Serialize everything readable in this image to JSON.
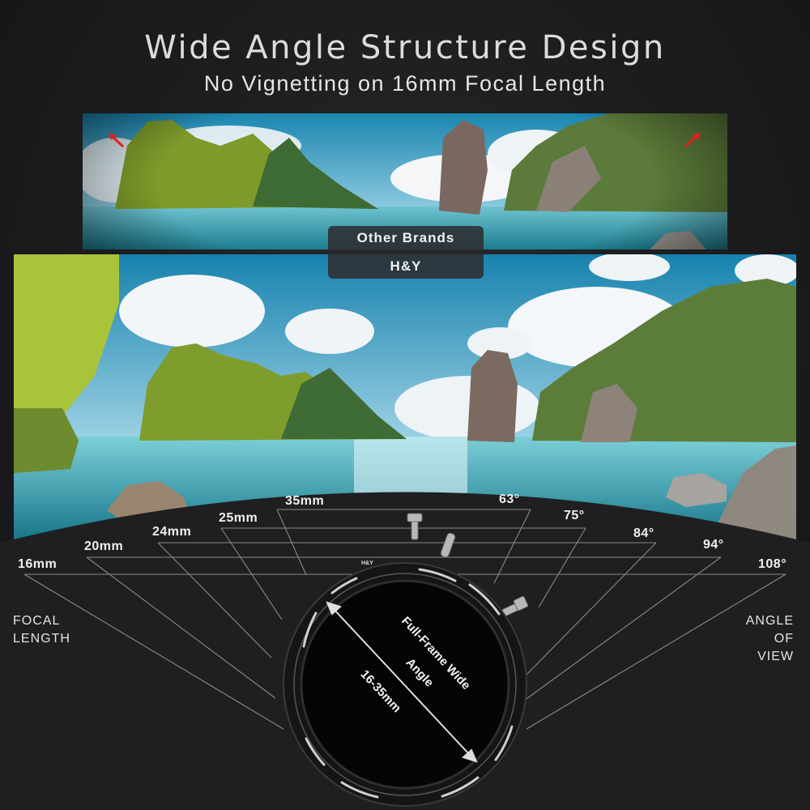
{
  "header": {
    "title": "Wide Angle Structure Design",
    "subtitle": "No Vignetting on 16mm Focal Length"
  },
  "comparison": {
    "top_image_label": "Other Brands",
    "bottom_image_label": "H&Y",
    "vignette_indicator_color": "#e02020"
  },
  "diagram": {
    "left_title_line1": "FOCAL",
    "left_title_line2": "LENGTH",
    "right_title_line1": "ANGLE",
    "right_title_line2": "OF",
    "right_title_line3": "VIEW",
    "focal_lengths": [
      "16mm",
      "20mm",
      "24mm",
      "25mm",
      "35mm"
    ],
    "angles_of_view": [
      "108°",
      "94°",
      "84°",
      "75°",
      "63°"
    ],
    "filter_text_line1": "Full-Frame Wide",
    "filter_text_line2": "Angle",
    "filter_text_line3": "16-35mm",
    "filter_brand": "H&Y"
  },
  "chart_data": {
    "type": "table",
    "title": "Wide Angle Structure Design",
    "subtitle": "No Vignetting on 16mm Focal Length",
    "columns": [
      "Focal Length",
      "Angle of View"
    ],
    "rows": [
      [
        "16mm",
        "108°"
      ],
      [
        "20mm",
        "94°"
      ],
      [
        "24mm",
        "84°"
      ],
      [
        "25mm",
        "75°"
      ],
      [
        "35mm",
        "63°"
      ]
    ]
  },
  "colors": {
    "background": "#1e1e20",
    "text": "#e8e8e8",
    "lines": "#8a8a8a",
    "pill": "#2d2d30"
  }
}
